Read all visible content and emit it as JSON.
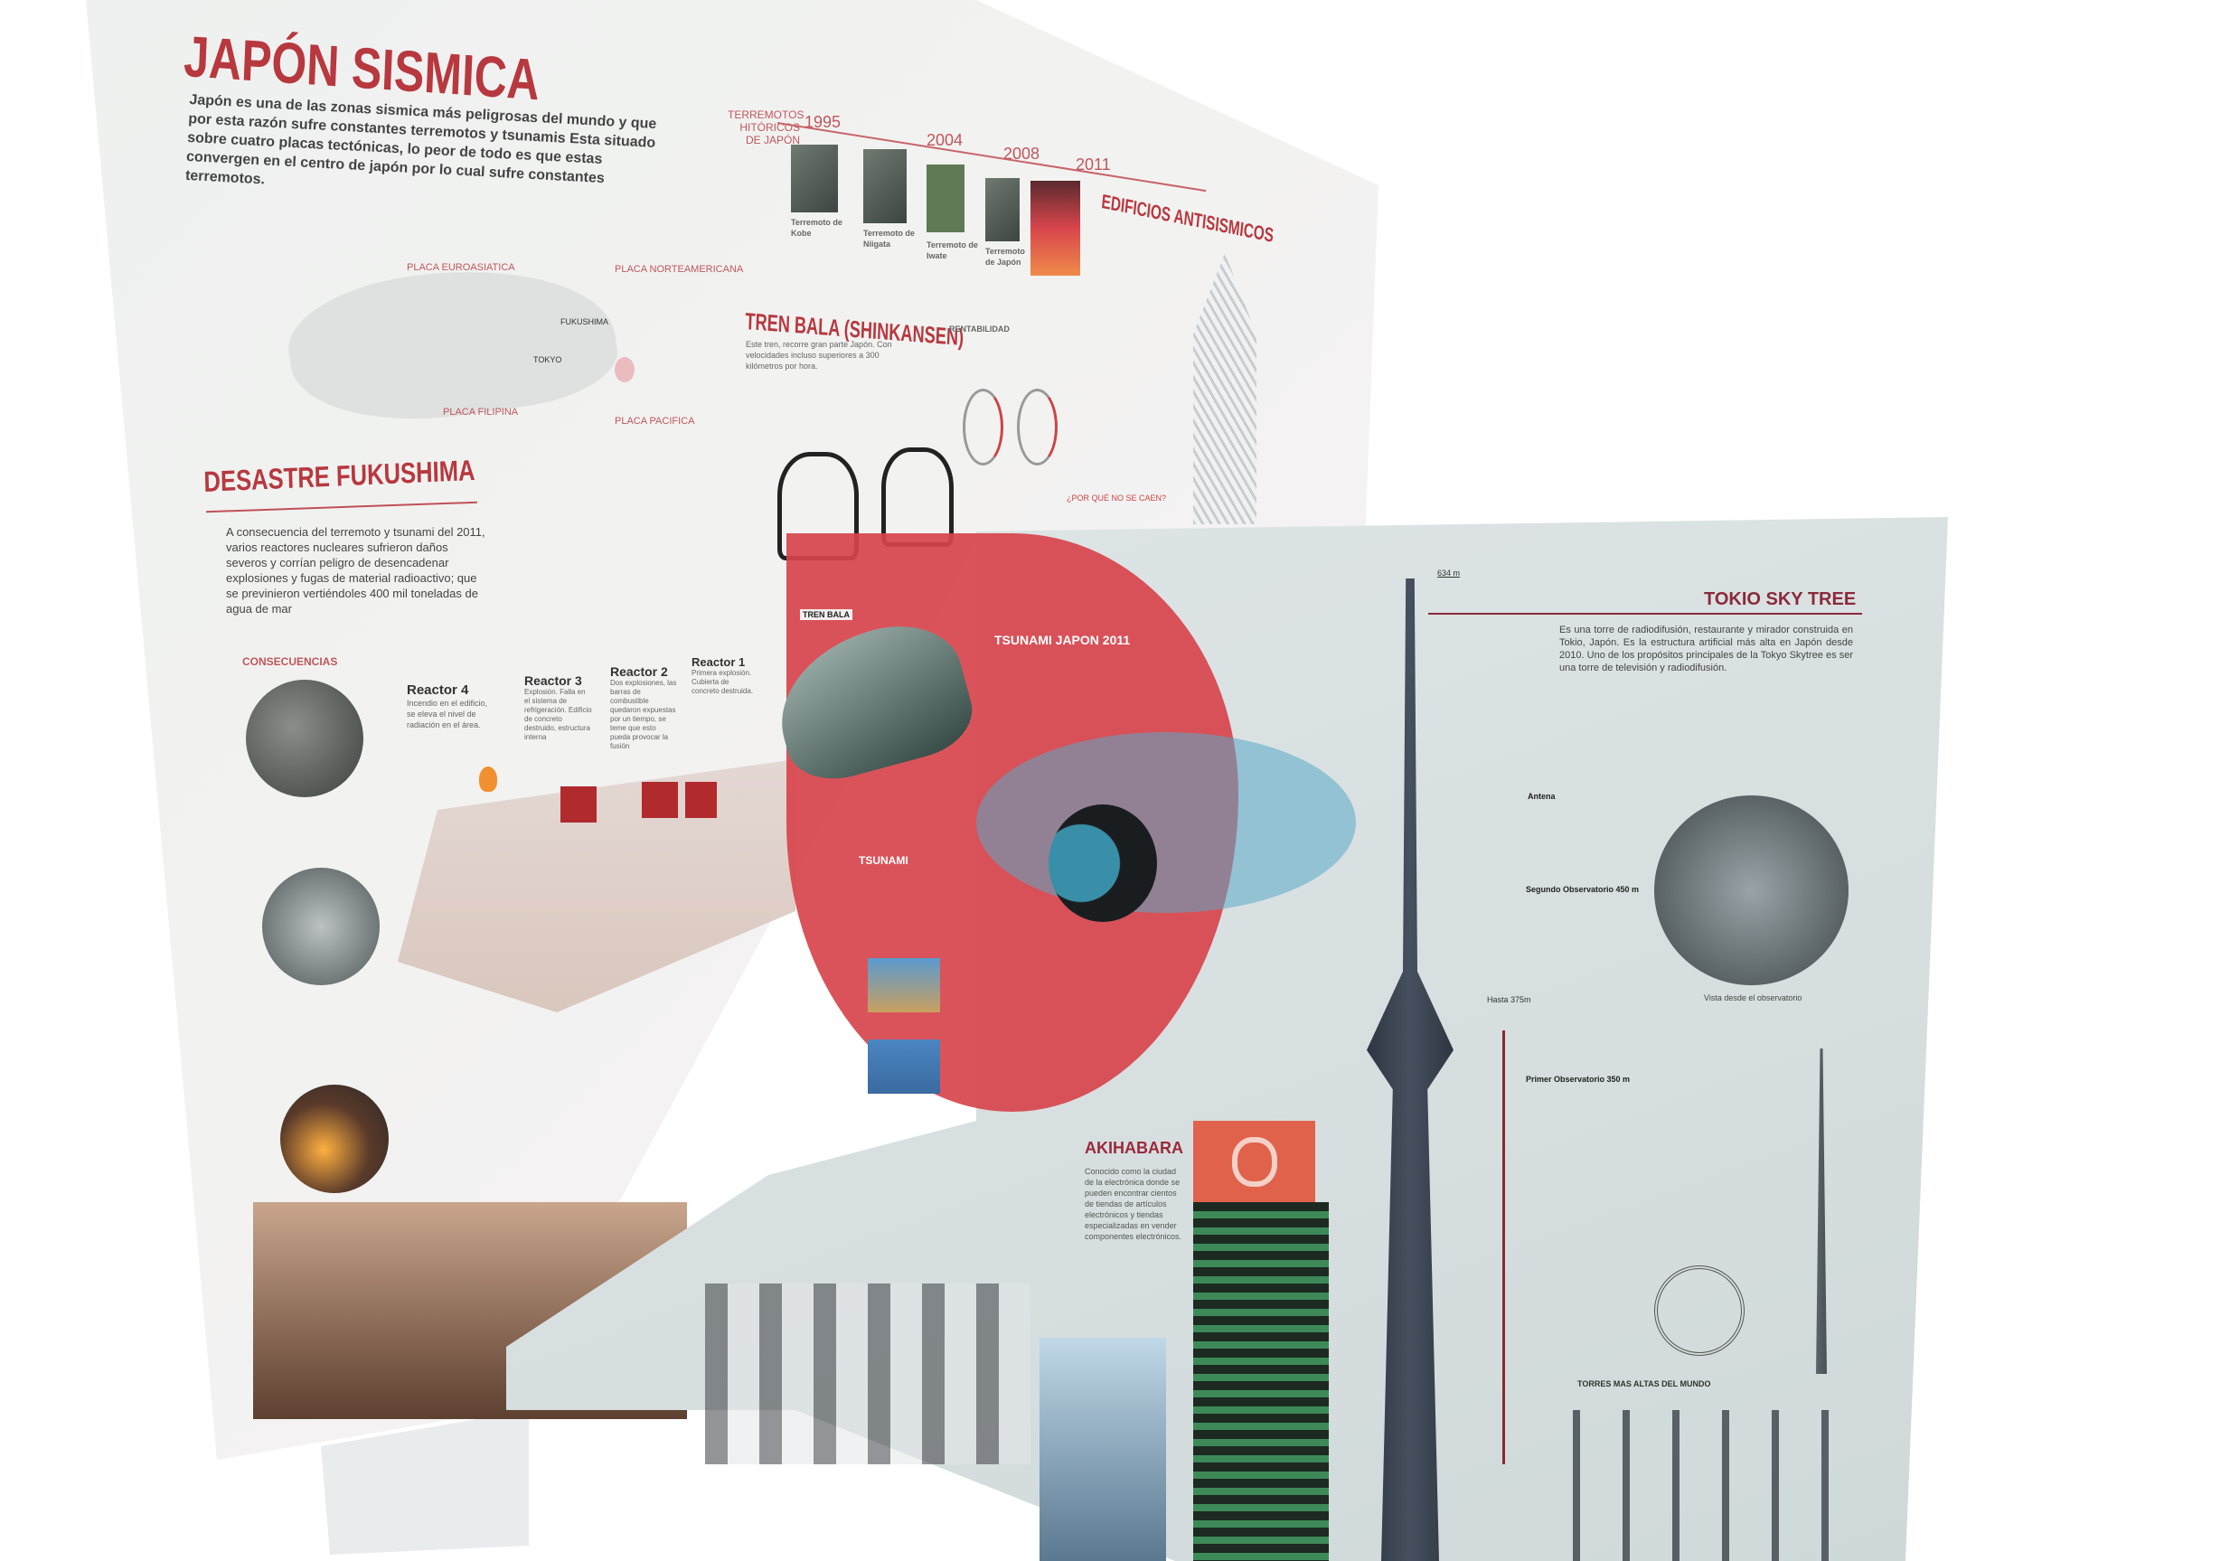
{
  "left_poster": {
    "title": "JAPÓN SISMICA",
    "intro": "Japón es una de las zonas sismica más peligrosas del mundo y que por esta razón sufre constantes terremotos y tsunamis Esta situado sobre cuatro placas tectónicas, lo peor de todo es que estas convergen en el centro de japón por lo cual sufre constantes terremotos.",
    "map": {
      "plates": [
        "PLACA EUROASIATICA",
        "PLACA NORTEAMERICANA",
        "PLACA FILIPINA",
        "PLACA PACIFICA"
      ],
      "cities": [
        "FUKUSHIMA",
        "TOKYO"
      ]
    },
    "timeline": {
      "label": "TERREMOTOS HITÓRICOS DE JAPÓN",
      "events": [
        {
          "year": "1995",
          "name": "Terremoto de Kobe"
        },
        {
          "year": "2004",
          "name": "Terremoto de Niigata"
        },
        {
          "year": "2008",
          "name": "Terremoto de Iwate"
        },
        {
          "year": "2011",
          "name": "Terremoto de Japón"
        }
      ]
    },
    "antisismicos_title": "EDIFICIOS ANTISISMICOS",
    "tren": {
      "title": "TREN BALA (SHINKANSEN)",
      "desc": "Este tren, recorre gran parte Japón. Con velocidades incluso superiores a 300 kilómetros por hora.",
      "rentabilidad": "RENTABILIDAD",
      "train_label": "TREN BALA",
      "why": "¿POR QUÉ NO SE CAEN?"
    },
    "fukushima": {
      "title": "DESASTRE FUKUSHIMA",
      "desc": "A consecuencia del terremoto y tsunami del 2011, varios reactores nucleares sufrieron daños severos y corrían peligro de desencadenar explosiones y fugas de material radioactivo; que se previnieron vertiéndoles 400 mil toneladas de agua de mar",
      "consecuencias": "CONSECUENCIAS",
      "reactors": [
        {
          "name": "Reactor 4",
          "text": "Incendio en el edificio, se eleva el nivel de radiación en el área."
        },
        {
          "name": "Reactor 3",
          "text": "Explosión. Falla en el sistema de refrigeración. Edificio de concreto destruido, estructura interna"
        },
        {
          "name": "Reactor 2",
          "text": "Dos explosiones, las barras de combustible quedaron expuestas por un tiempo, se teme que esto pueda provocar la fusión"
        },
        {
          "name": "Reactor 1",
          "text": "Primera explosión. Cubierta de concreto destruida."
        }
      ]
    }
  },
  "right_poster": {
    "tsunami_title": "TSUNAMI JAPON 2011",
    "tsunami_sub": "TSUNAMI",
    "akihabara": {
      "title": "AKIHABARA",
      "desc": "Conocido como la ciudad de la electrónica donde se pueden encontrar cientos de tiendas de artículos electrónicos y tiendas especializadas en vender componentes electrónicos."
    },
    "skytree": {
      "title": "TOKIO SKY TREE",
      "height": "634 m",
      "desc": "Es una torre de radiodifusión, restaurante y mirador construida en Tokio, Japón. Es la estructura artificial más alta en Japón desde 2010. Uno de los propósitos principales de la Tokyo Skytree es ser una torre de televisión y radiodifusión.",
      "antena": "Antena",
      "segundo": "Segundo Observatorio 450 m",
      "hasta375": "Hasta 375m",
      "primer": "Primer Observatorio 350 m",
      "vista": "Vista desde el observatorio",
      "torres": "TORRES MAS ALTAS DEL MUNDO"
    }
  }
}
